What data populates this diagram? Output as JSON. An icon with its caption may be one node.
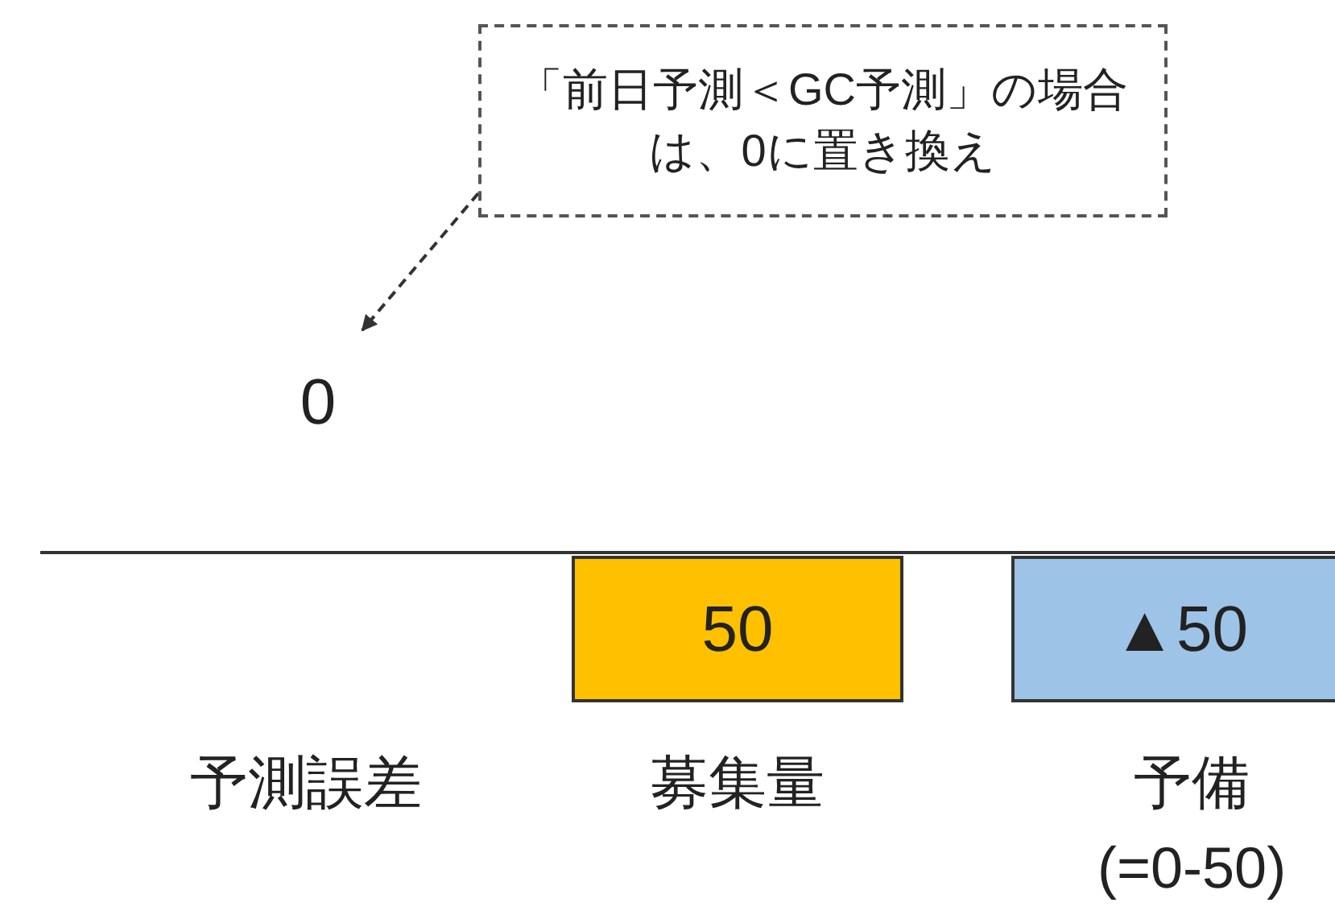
{
  "diagram": {
    "nodes": [
      {
        "text": [
          "「前日予測＜GC予測」の場合は、0に置き換え"
        ]
      },
      {
        "text": [
          "0"
        ]
      },
      {
        "text": [
          "50"
        ],
        "beside": [
          "募集量"
        ]
      },
      {
        "text": [
          "▲50"
        ],
        "beside": [
          "予備",
          "(=0-50)"
        ]
      }
    ],
    "edges": [
      {
        "from": 0,
        "to": 1,
        "arrow": "to",
        "style": "dashed"
      }
    ],
    "labels": [
      "予測誤差"
    ]
  }
}
